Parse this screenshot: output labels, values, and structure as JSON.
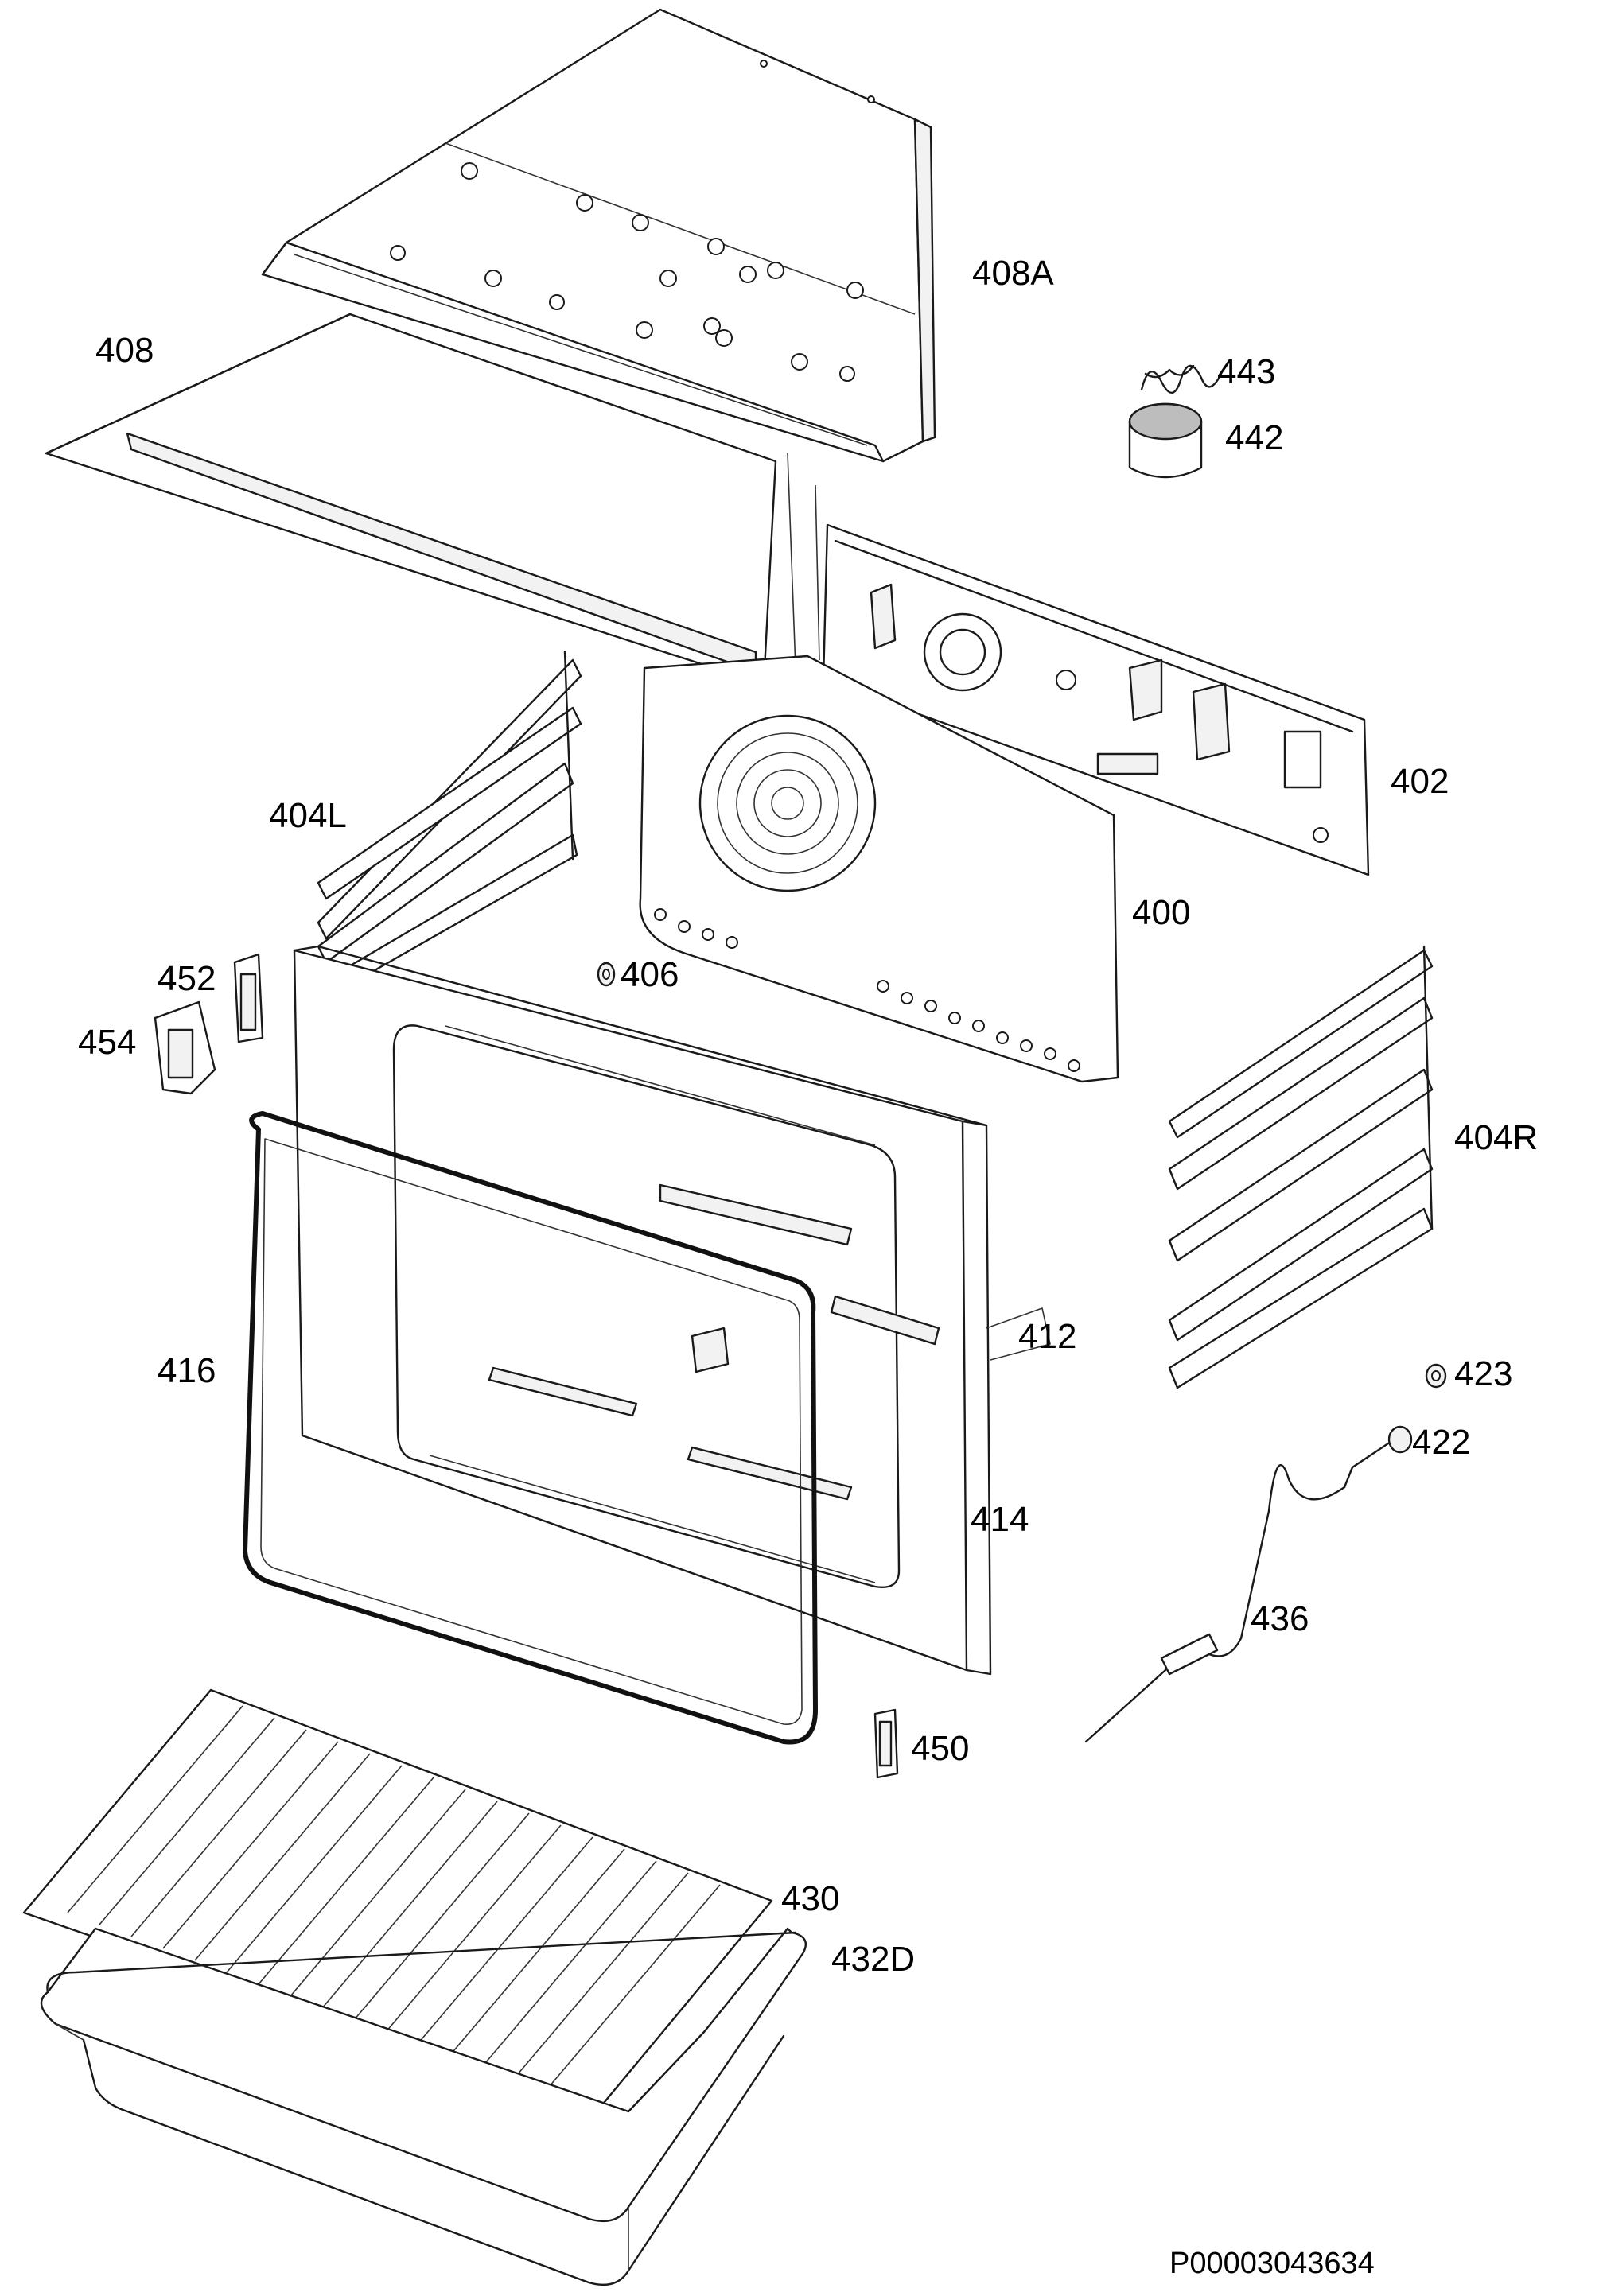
{
  "labels": {
    "p408A": "408A",
    "p408": "408",
    "p443": "443",
    "p442": "442",
    "p402": "402",
    "p404L": "404L",
    "p400": "400",
    "p452": "452",
    "p406": "406",
    "p454": "454",
    "p404R": "404R",
    "p412": "412",
    "p416": "416",
    "p423": "423",
    "p422": "422",
    "p414": "414",
    "p436": "436",
    "p450": "450",
    "p430": "430",
    "p432D": "432D"
  },
  "document_id": "P00003043634",
  "colors": {
    "line": "#1a1a1a",
    "background": "#ffffff"
  }
}
